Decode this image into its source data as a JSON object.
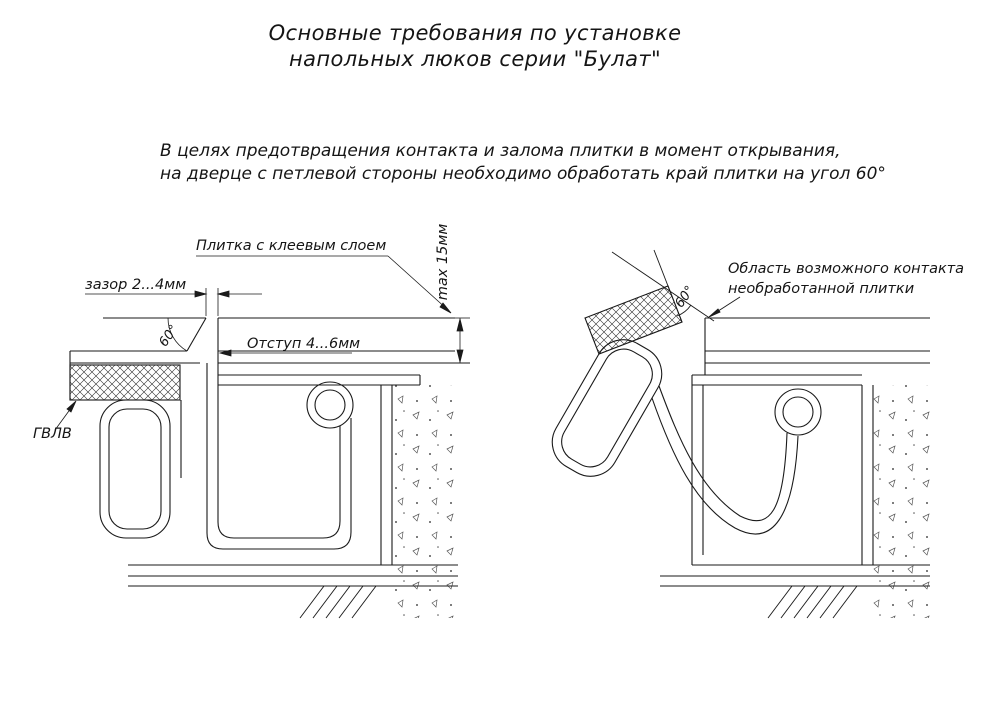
{
  "title": {
    "line1": "Основные требования по установке",
    "line2": "напольных люков серии \"Булат\""
  },
  "note": {
    "line1": "В целях предотвращения контакта и залома плитки в момент открывания,",
    "line2": "на дверце с петлевой стороны необходимо обработать край плитки на угол 60°"
  },
  "closed_view": {
    "tile_label": "Плитка с клеевым слоем",
    "gap_label": "зазор 2...4мм",
    "angle_label": "60°",
    "offset_label": "Отступ 4...6мм",
    "max_label": "max 15мм",
    "board_label": "ГВЛВ"
  },
  "open_view": {
    "contact_label_line1": "Область возможного контакта",
    "contact_label_line2": "необработанной плитки",
    "angle_label": "60°"
  },
  "colors": {
    "line_color": "#1a1a1a",
    "background": "#ffffff"
  }
}
